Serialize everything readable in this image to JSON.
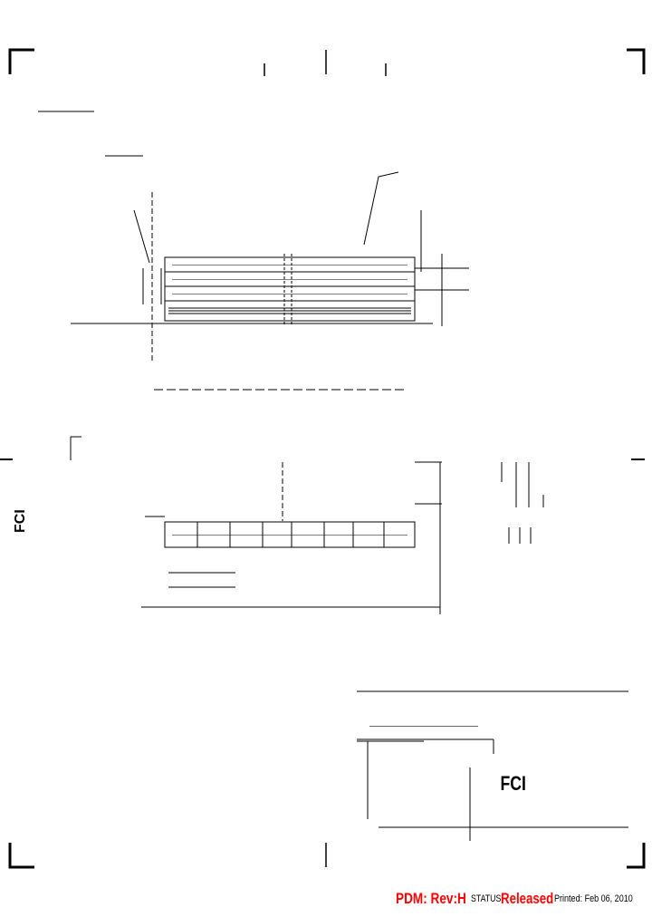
{
  "status_bar": {
    "pdm": "PDM: Rev:H",
    "status_label": "STATUS:",
    "status_value": "Released",
    "printed": "Printed: Feb 06, 2010"
  },
  "logo": {
    "text": "FCI"
  },
  "colors": {
    "status": "#ff0000",
    "ink": "#000000"
  }
}
